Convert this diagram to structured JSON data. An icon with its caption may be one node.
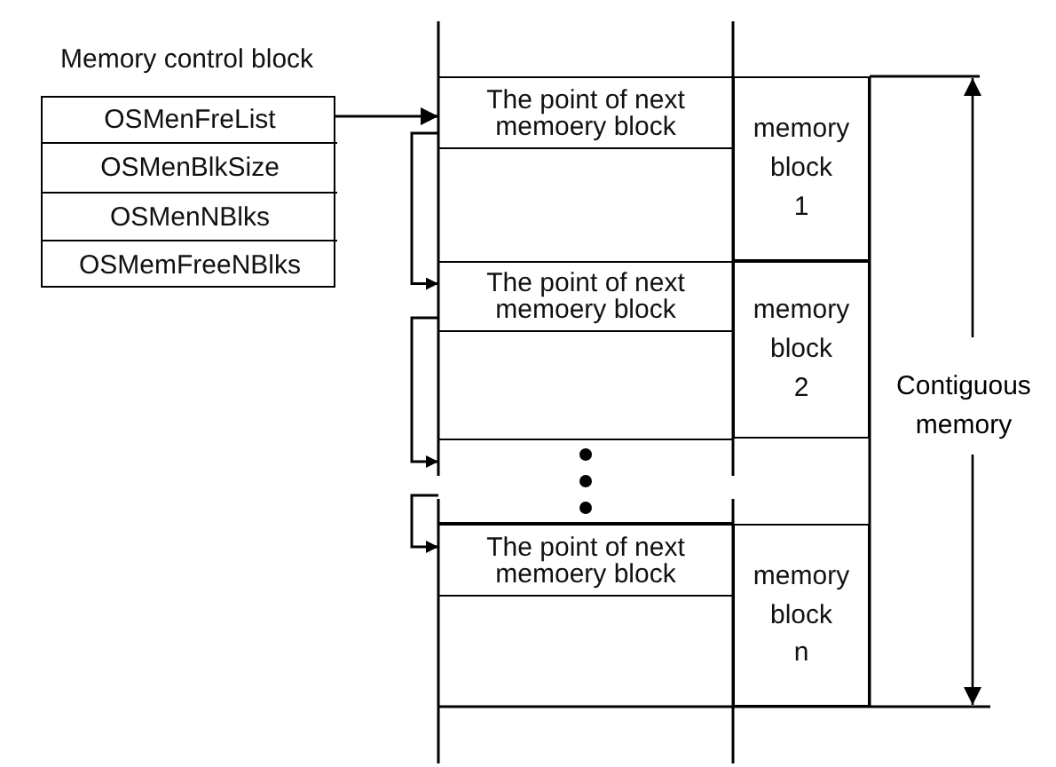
{
  "diagram": {
    "nodes": [
      {
        "text": [
          "Memory control block"
        ]
      },
      {
        "text": [
          "OSMenFreList"
        ],
        "in": 0
      },
      {
        "text": [
          "OSMenBlkSize"
        ],
        "in": 0
      },
      {
        "text": [
          "OSMenNBlks"
        ],
        "in": 0
      },
      {
        "text": [
          "OSMemFreeNBlks"
        ],
        "in": 0
      },
      {
        "text": [
          "The point of next memoery block"
        ]
      },
      {
        "text": [
          "memory block 1"
        ]
      },
      {
        "text": [
          "The point of next memoery block"
        ]
      },
      {
        "text": [
          "memory block 2"
        ]
      },
      {
        "text": [],
        "shape": "box"
      },
      {
        "text": [
          "The point of next memoery block"
        ]
      },
      {
        "text": [
          "memory block n"
        ]
      }
    ],
    "edges": [
      {
        "from": 1,
        "to": 5,
        "arrow": "to"
      },
      {
        "from": 5,
        "to": 7,
        "arrow": "to"
      },
      {
        "from": 7,
        "to": 9,
        "arrow": "to"
      },
      {
        "from": 9,
        "to": 10,
        "arrow": "to"
      }
    ],
    "labels": [
      "Contiguous memory"
    ]
  }
}
